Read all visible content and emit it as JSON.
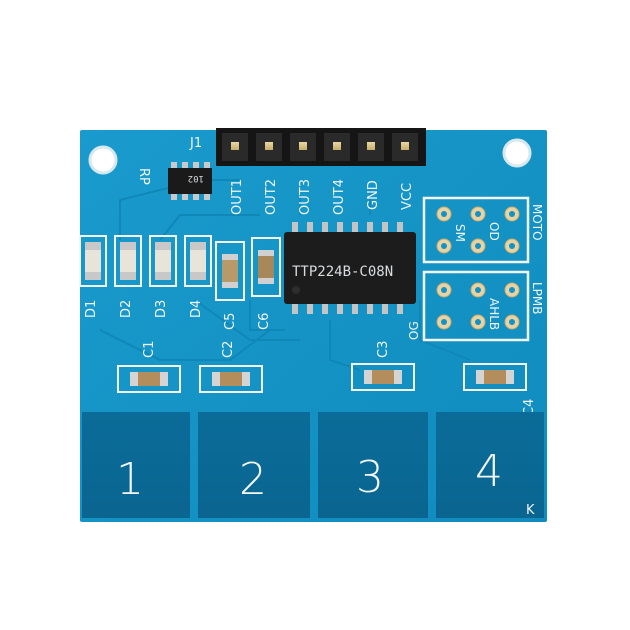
{
  "board": {
    "header_label": "J1",
    "resistor_label": "RP",
    "resistor_code": "102",
    "chip_label": "TTP224B-C08N",
    "pin_labels": [
      "OUT1",
      "OUT2",
      "OUT3",
      "OUT4",
      "GND",
      "VCC"
    ],
    "led_labels": [
      "D1",
      "D2",
      "D3",
      "D4"
    ],
    "cap_labels": [
      "C5",
      "C6"
    ],
    "sense_cap_labels": [
      "C1",
      "C2",
      "C3",
      "C4"
    ],
    "jumper_labels": {
      "top_side": "MOTO",
      "top_a": "SM",
      "top_b": "OD",
      "bottom_side": "LPMB",
      "bottom_a": "OG",
      "bottom_b": "AHLB"
    },
    "pads": [
      "1",
      "2",
      "3",
      "4"
    ],
    "corner_mark": "K"
  },
  "colors": {
    "pcb": "#1592c4",
    "pcb_dark": "#0f7fae",
    "pad": "#0a6a96",
    "silk": "#f2f6f8",
    "chip": "#1c1c1c"
  }
}
